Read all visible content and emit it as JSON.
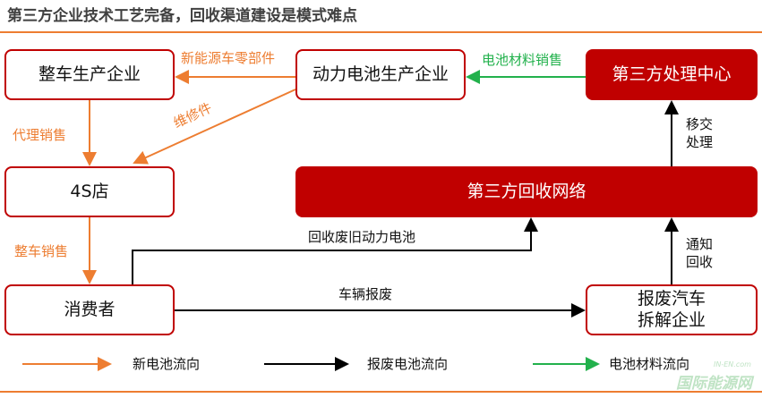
{
  "title": "第三方企业技术工艺完备，回收渠道建设是模式难点",
  "boxes": {
    "vehicle_maker": "整车生产企业",
    "battery_maker": "动力电池生产企业",
    "third_party_center": "第三方处理中心",
    "dealer_4s": "4S店",
    "recycle_network": "第三方回收网络",
    "consumer": "消费者",
    "dismantler": "报废汽车\n拆解企业"
  },
  "labels": {
    "nev_parts": "新能源车零部件",
    "repair_parts": "维修件",
    "agent_sales": "代理销售",
    "vehicle_sales": "整车销售",
    "battery_material_sales": "电池材料销售",
    "transfer": "移交\n处理",
    "notify": "通知\n回收",
    "recycle_battery": "回收废旧动力电池",
    "scrap": "车辆报废"
  },
  "legend": [
    {
      "label": "新电池流向",
      "color": "#ed7d31"
    },
    {
      "label": "报废电池流向",
      "color": "#000000"
    },
    {
      "label": "电池材料流向",
      "color": "#22b14c"
    }
  ],
  "watermark": {
    "url": "IN-EN.com",
    "name": "国际能源网"
  }
}
